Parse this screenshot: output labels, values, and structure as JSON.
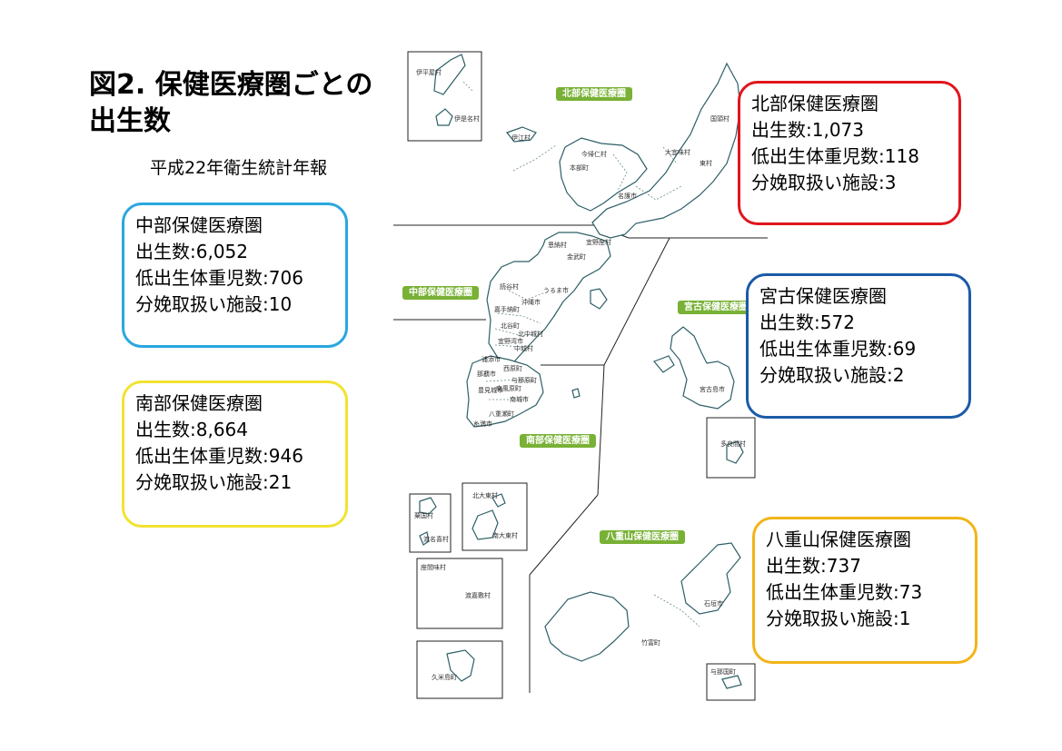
{
  "title_lines": [
    "図2. 保健医療圏ごとの",
    "出生数"
  ],
  "subtitle": "平成22年衛生統計年報",
  "row_labels": {
    "births": "出生数",
    "low_weight": "低出生体重児数",
    "facilities": "分娩取扱い施設"
  },
  "regions": [
    {
      "key": "hokubu",
      "name": "北部保健医療圏",
      "births": ":1,073",
      "low_weight": ":118",
      "facilities": ":3",
      "color": "#e0161d"
    },
    {
      "key": "chubu",
      "name": "中部保健医療圏",
      "births": ":6,052",
      "low_weight": ":706",
      "facilities": ":10",
      "color": "#2aa7de"
    },
    {
      "key": "miyako",
      "name": "宮古保健医療圏",
      "births": ":572",
      "low_weight": ":69",
      "facilities": ":2",
      "color": "#1b5aa8"
    },
    {
      "key": "nanbu",
      "name": "南部保健医療圏",
      "births": ":8,664",
      "low_weight": ":946",
      "facilities": ":21",
      "color": "#f2e232"
    },
    {
      "key": "yaeyama",
      "name": "八重山保健医療圏",
      "births": ":737",
      "low_weight": ":73",
      "facilities": ":1",
      "color": "#f2b41a"
    }
  ],
  "map_badges": {
    "hokubu": "北部保健医療圏",
    "chubu": "中部保健医療圏",
    "miyako": "宮古保健医療圏",
    "nanbu": "南部保健医療圏",
    "yaeyama": "八重山保健医療圏"
  },
  "map_badge_color": "#78b135",
  "place_names": {
    "iheya": "伊平屋村",
    "izena": "伊是名村",
    "ie": "伊江村",
    "kunigami": "国頭村",
    "nakijin": "今帰仁村",
    "ogimi": "大宜味村",
    "motobu": "本部町",
    "higashi": "東村",
    "nago": "名護市",
    "onna": "恩納村",
    "ginoza": "宜野座村",
    "kin": "金武町",
    "yomitan": "読谷村",
    "uruma": "うるま市",
    "okinawa": "沖縄市",
    "kadena": "嘉手納町",
    "chatan": "北谷町",
    "kitanakagusuku": "北中城村",
    "ginowan": "宜野湾市",
    "nakagusuku": "中城村",
    "urasoe": "浦添市",
    "nishihara": "西原町",
    "naha": "那覇市",
    "yonabaru": "与那原町",
    "haebaru": "南風原町",
    "tomigusuku": "豊見城市",
    "nanjo": "南城市",
    "yaese": "八重瀬町",
    "itoman": "糸満市",
    "miyakojima": "宮古島市",
    "tarama": "多良間村",
    "kitadaito": "北大東村",
    "minamidaito": "南大東村",
    "aguni": "粟国村",
    "tonaki": "渡名喜村",
    "zamami": "座間味村",
    "tokashiki": "渡嘉敷村",
    "kumejima": "久米島町",
    "ishigaki": "石垣市",
    "taketomi": "竹富町",
    "yonaguni": "与那国町"
  }
}
